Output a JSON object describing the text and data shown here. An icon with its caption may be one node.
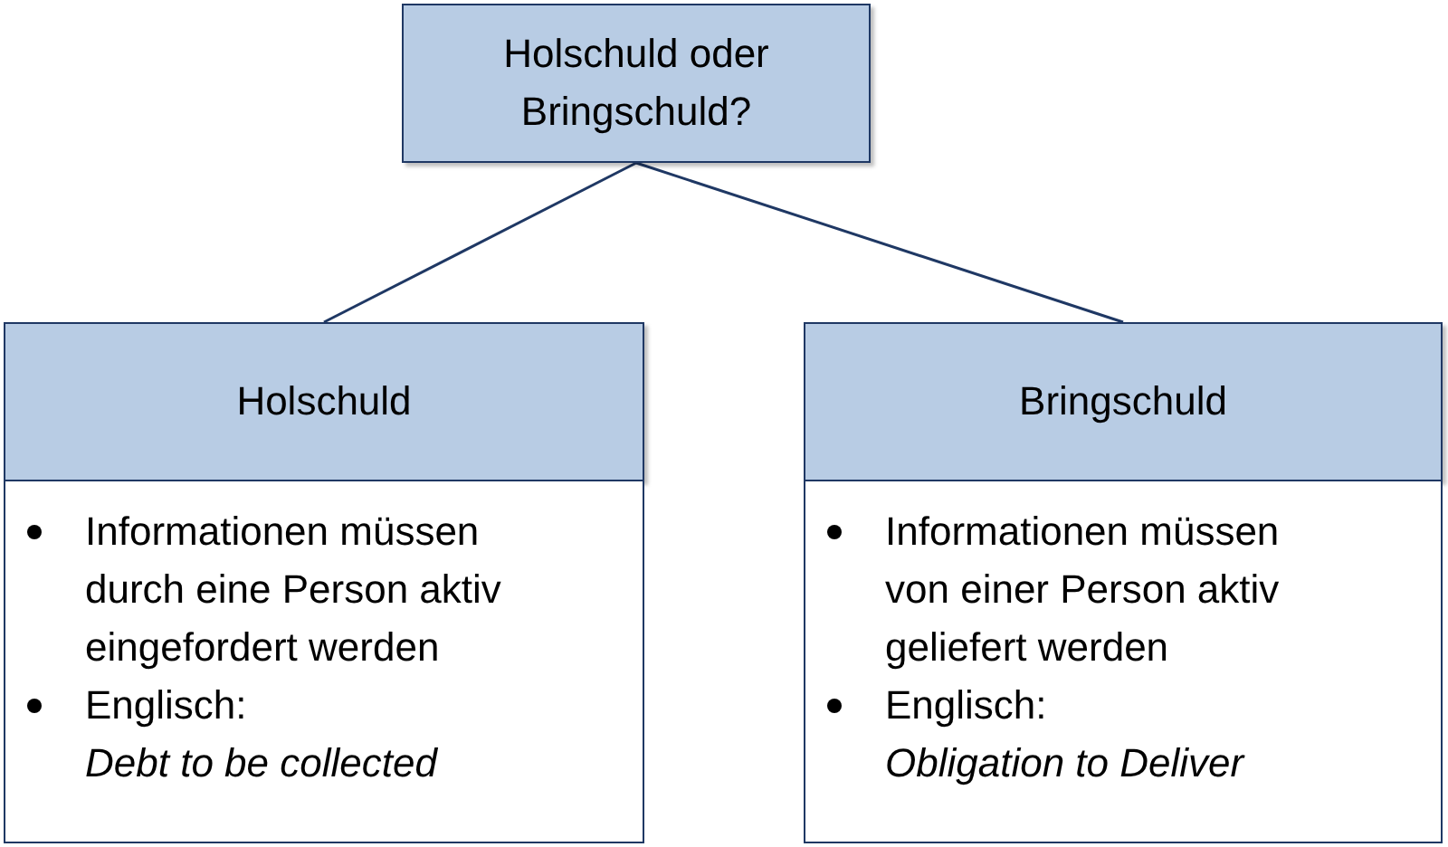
{
  "diagram": {
    "nodes": [
      {
        "text": [
          "Holschuld oder Bringschuld?"
        ]
      },
      {
        "text": [
          "Holschuld"
        ]
      },
      {
        "text": [
          "Informationen müssen durch eine Person aktiv eingefordert werden",
          "Englisch: *Debt to be collected*"
        ]
      },
      {
        "text": [
          "Bringschuld"
        ]
      },
      {
        "text": [
          "Informationen müssen von einer Person aktiv geliefert werden",
          "Englisch: *Obligation to Deliver*"
        ]
      }
    ],
    "edges": [
      {
        "from": 0,
        "to": 1,
        "arrow": "none"
      },
      {
        "from": 0,
        "to": 3,
        "arrow": "none"
      }
    ]
  }
}
